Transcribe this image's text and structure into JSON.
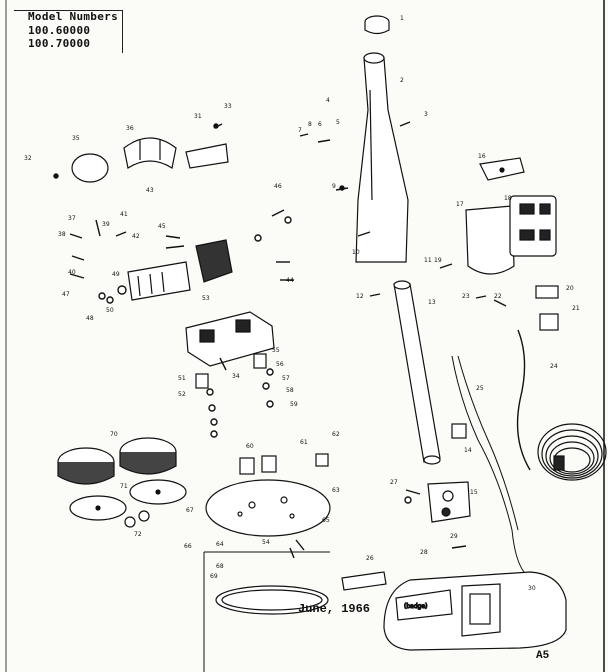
{
  "header": {
    "title": "Model Numbers",
    "models": [
      "100.60000",
      "100.70000"
    ]
  },
  "footer": {
    "date": "June, 1966",
    "code": "A5"
  },
  "callouts": [
    "1",
    "2",
    "3",
    "4",
    "5",
    "6",
    "7",
    "8",
    "9",
    "10",
    "11",
    "12",
    "13",
    "14",
    "15",
    "16",
    "17",
    "18",
    "19",
    "20",
    "21",
    "22",
    "23",
    "24",
    "25",
    "26",
    "27",
    "28",
    "29",
    "30",
    "31",
    "32",
    "33",
    "34",
    "35",
    "36",
    "37",
    "38",
    "39",
    "40",
    "41",
    "42",
    "43",
    "44",
    "45",
    "46",
    "47",
    "48",
    "49",
    "50",
    "51",
    "52",
    "53",
    "54",
    "55",
    "56",
    "57",
    "58",
    "59",
    "60",
    "61",
    "62",
    "63",
    "64",
    "65",
    "66",
    "67",
    "68",
    "69",
    "70",
    "71",
    "72"
  ]
}
